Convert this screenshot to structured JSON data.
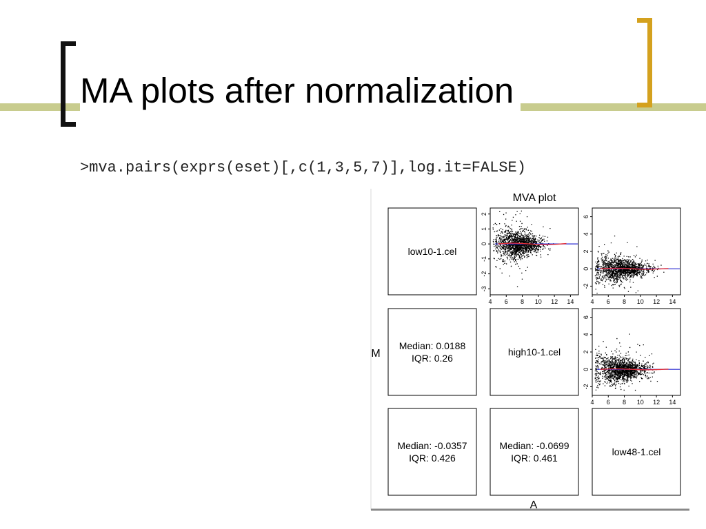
{
  "slide": {
    "title": "MA plots after normalization",
    "code": ">mva.pairs(exprs(eset)[,c(1,3,5,7)],log.it=FALSE)"
  },
  "colors": {
    "title_band": "#c8cc8e",
    "left_bracket": "#111111",
    "right_bracket": "#d4a11e",
    "points": "#000000",
    "loess_curve": "#e0303a",
    "zero_line": "#2a2ad0"
  },
  "chart_data": {
    "type": "scatter",
    "title": "MVA plot",
    "xlabel": "A",
    "ylabel": "M",
    "arrays": [
      "low10-1.cel",
      "high10-1.cel",
      "low48-1.cel"
    ],
    "diagonal_labels": [
      "low10-1.cel",
      "high10-1.cel",
      "low48-1.cel"
    ],
    "lower_panels": [
      {
        "row": 2,
        "col": 1,
        "median_text": "Median: 0.0188",
        "iqr_text": "IQR: 0.26",
        "median": 0.0188,
        "iqr": 0.26
      },
      {
        "row": 3,
        "col": 1,
        "median_text": "Median: -0.0357",
        "iqr_text": "IQR: 0.426",
        "median": -0.0357,
        "iqr": 0.426
      },
      {
        "row": 3,
        "col": 2,
        "median_text": "Median: -0.0699",
        "iqr_text": "IQR: 0.461",
        "median": -0.0699,
        "iqr": 0.461
      }
    ],
    "scatter_panels": [
      {
        "row": 1,
        "col": 2,
        "xlim": [
          4,
          15
        ],
        "ylim": [
          -3.4,
          2.4
        ],
        "x_ticks": [
          4,
          6,
          8,
          10,
          12,
          14
        ],
        "y_ticks": [
          -3,
          -2,
          -1,
          0,
          1,
          2
        ],
        "x_tick_labels": [
          "4",
          "6",
          "8",
          "10",
          "12",
          "14"
        ],
        "y_tick_labels": [
          "-3",
          "-2",
          "-1",
          "0",
          "1",
          "2"
        ],
        "x_center": 7.5,
        "x_spread": 1.4,
        "m_spread": 0.3,
        "outlier_spread": 1.1,
        "n_points": 1500,
        "seed": 11
      },
      {
        "row": 1,
        "col": 3,
        "xlim": [
          4,
          15
        ],
        "ylim": [
          -3,
          7
        ],
        "x_ticks": [
          4,
          6,
          8,
          10,
          12,
          14
        ],
        "y_ticks": [
          -2,
          0,
          2,
          4,
          6
        ],
        "x_tick_labels": [
          "4",
          "6",
          "8",
          "10",
          "12",
          "14"
        ],
        "y_tick_labels": [
          "-2",
          "0",
          "2",
          "4",
          "6"
        ],
        "x_center": 7.6,
        "x_spread": 1.6,
        "m_spread": 0.45,
        "outlier_spread": 1.6,
        "n_points": 1500,
        "seed": 23
      },
      {
        "row": 2,
        "col": 3,
        "xlim": [
          4,
          15
        ],
        "ylim": [
          -3,
          7
        ],
        "x_ticks": [
          4,
          6,
          8,
          10,
          12,
          14
        ],
        "y_ticks": [
          -2,
          0,
          2,
          4,
          6
        ],
        "x_tick_labels": [
          "4",
          "6",
          "8",
          "10",
          "12",
          "14"
        ],
        "y_tick_labels": [
          "-2",
          "0",
          "2",
          "4",
          "6"
        ],
        "x_center": 7.6,
        "x_spread": 1.6,
        "m_spread": 0.5,
        "outlier_spread": 1.8,
        "n_points": 1500,
        "seed": 37
      }
    ],
    "grid": false,
    "legend": "none"
  }
}
